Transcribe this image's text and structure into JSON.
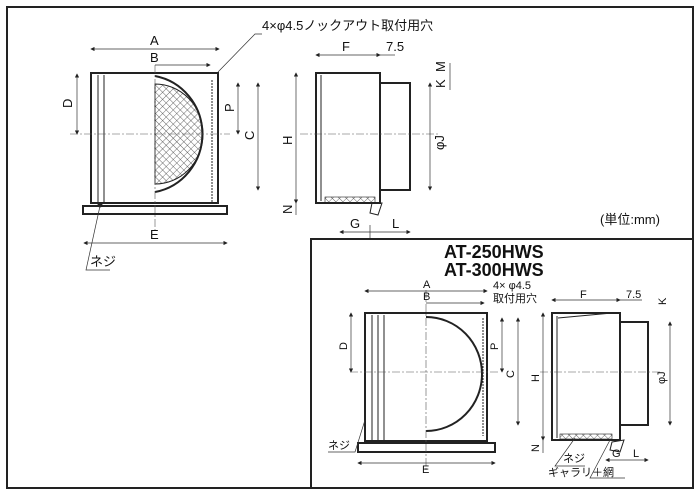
{
  "top_drawing": {
    "knockout_note": "4×φ4.5ノックアウト取付用穴",
    "front_labels": {
      "A": "A",
      "B": "B",
      "C": "C",
      "D": "D",
      "E": "E",
      "P": "P",
      "screw": "ネジ"
    },
    "side_labels": {
      "F": "F",
      "offset": "7.5",
      "M": "M",
      "K": "K",
      "H": "H",
      "J": "φJ",
      "N": "N",
      "G": "G",
      "L": "L"
    }
  },
  "unit_note": "(単位:mm)",
  "inset": {
    "models": [
      "AT-250HWS",
      "AT-300HWS"
    ],
    "hole_note_1": "4× φ4.5",
    "hole_note_2": "取付用穴",
    "front_labels": {
      "A": "A",
      "B": "B",
      "C": "C",
      "D": "D",
      "E": "E",
      "P": "P",
      "screw": "ネジ"
    },
    "side_labels": {
      "F": "F",
      "offset": "7.5",
      "K": "K",
      "H": "H",
      "J": "φJ",
      "N": "N",
      "G": "G",
      "L": "L",
      "screw": "ネジ",
      "louver_mesh": "ギャラリ＋網"
    }
  }
}
